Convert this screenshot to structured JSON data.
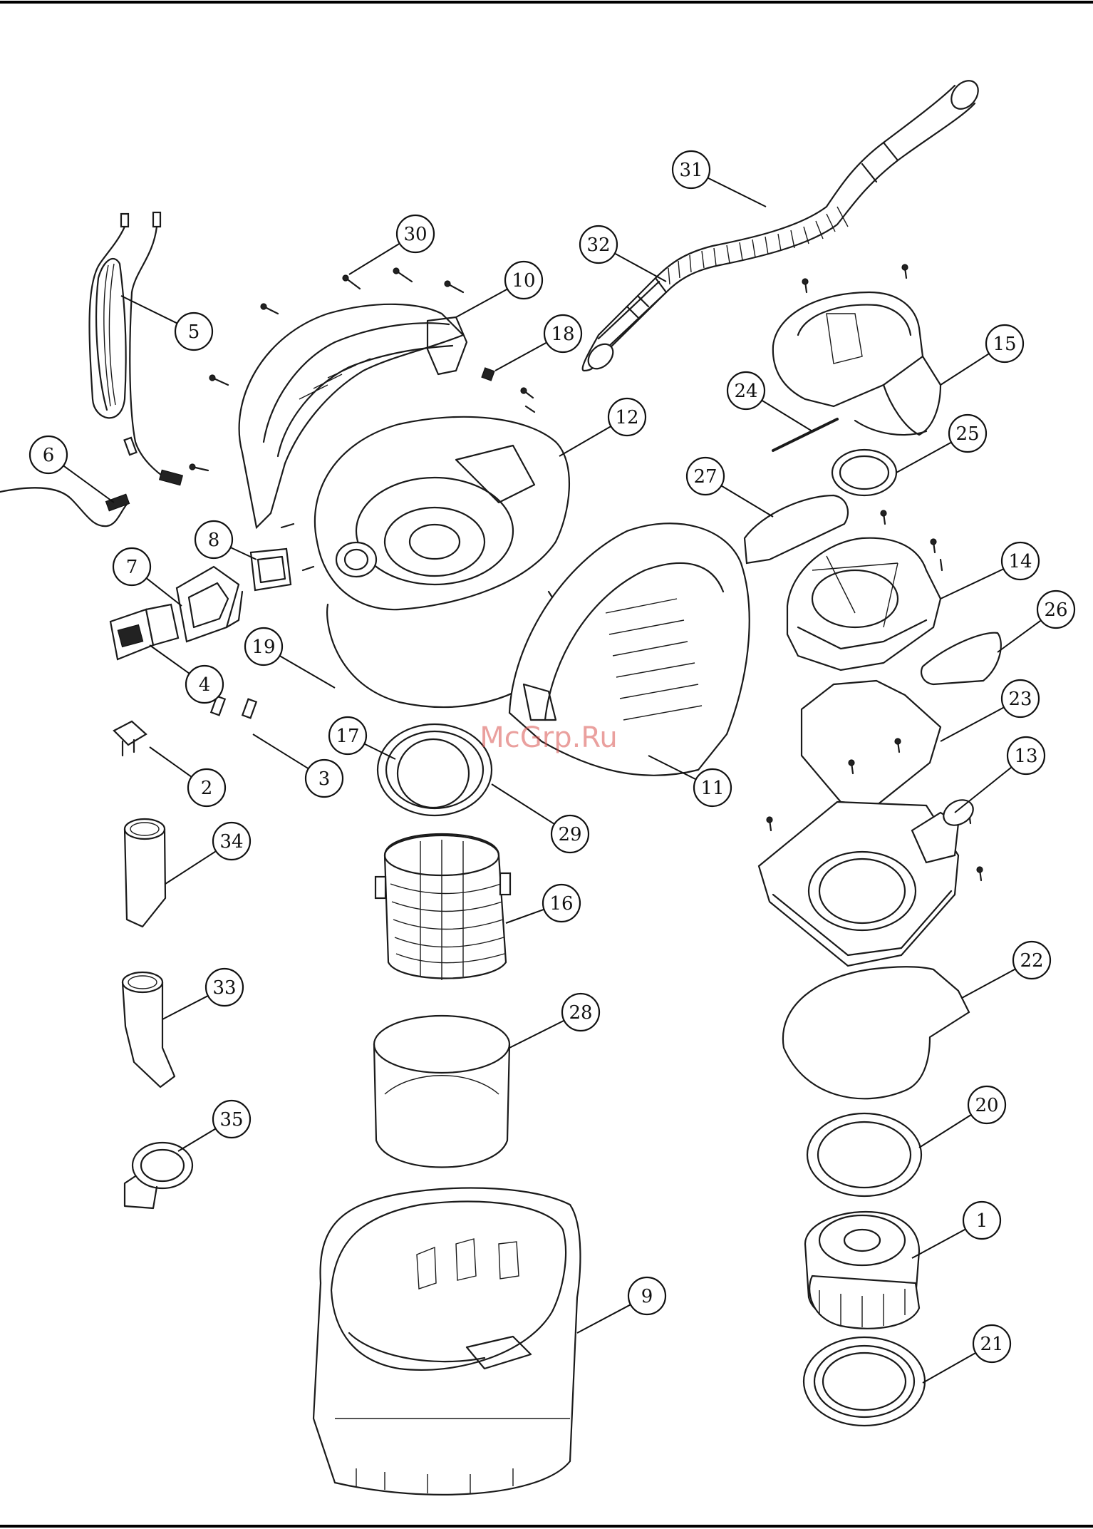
{
  "watermark": "McGrp.Ru",
  "callouts": [
    {
      "id": "1",
      "label": "1"
    },
    {
      "id": "2",
      "label": "2"
    },
    {
      "id": "3",
      "label": "3"
    },
    {
      "id": "4",
      "label": "4"
    },
    {
      "id": "5",
      "label": "5"
    },
    {
      "id": "6",
      "label": "6"
    },
    {
      "id": "7",
      "label": "7"
    },
    {
      "id": "8",
      "label": "8"
    },
    {
      "id": "9",
      "label": "9"
    },
    {
      "id": "10",
      "label": "10"
    },
    {
      "id": "11",
      "label": "11"
    },
    {
      "id": "12",
      "label": "12"
    },
    {
      "id": "13",
      "label": "13"
    },
    {
      "id": "14",
      "label": "14"
    },
    {
      "id": "15",
      "label": "15"
    },
    {
      "id": "16",
      "label": "16"
    },
    {
      "id": "17",
      "label": "17"
    },
    {
      "id": "18",
      "label": "18"
    },
    {
      "id": "19",
      "label": "19"
    },
    {
      "id": "20",
      "label": "20"
    },
    {
      "id": "21",
      "label": "21"
    },
    {
      "id": "22",
      "label": "22"
    },
    {
      "id": "23",
      "label": "23"
    },
    {
      "id": "24",
      "label": "24"
    },
    {
      "id": "25",
      "label": "25"
    },
    {
      "id": "26",
      "label": "26"
    },
    {
      "id": "27",
      "label": "27"
    },
    {
      "id": "28",
      "label": "28"
    },
    {
      "id": "29",
      "label": "29"
    },
    {
      "id": "30",
      "label": "30"
    },
    {
      "id": "31",
      "label": "31"
    },
    {
      "id": "32",
      "label": "32"
    },
    {
      "id": "33",
      "label": "33"
    },
    {
      "id": "34",
      "label": "34"
    },
    {
      "id": "35",
      "label": "35"
    }
  ]
}
